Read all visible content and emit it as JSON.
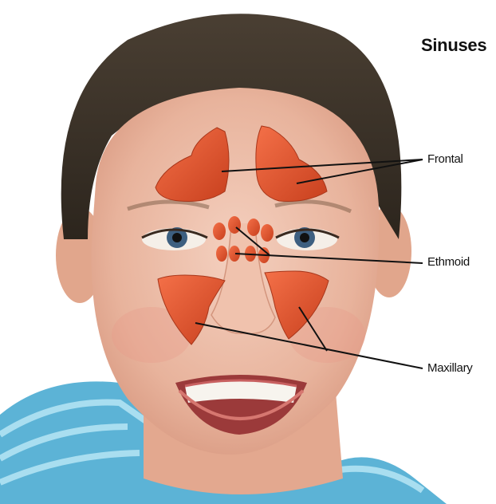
{
  "diagram": {
    "title": "Sinuses",
    "labels": {
      "frontal": "Frontal",
      "ethmoid": "Ethmoid",
      "maxillary": "Maxillary"
    }
  },
  "colors": {
    "sinus": "#e8532e",
    "sinus_dark": "#b83a1c",
    "hair": "#3b3226",
    "skin": "#e9b9a3",
    "shirt": "#4aa0c8"
  }
}
